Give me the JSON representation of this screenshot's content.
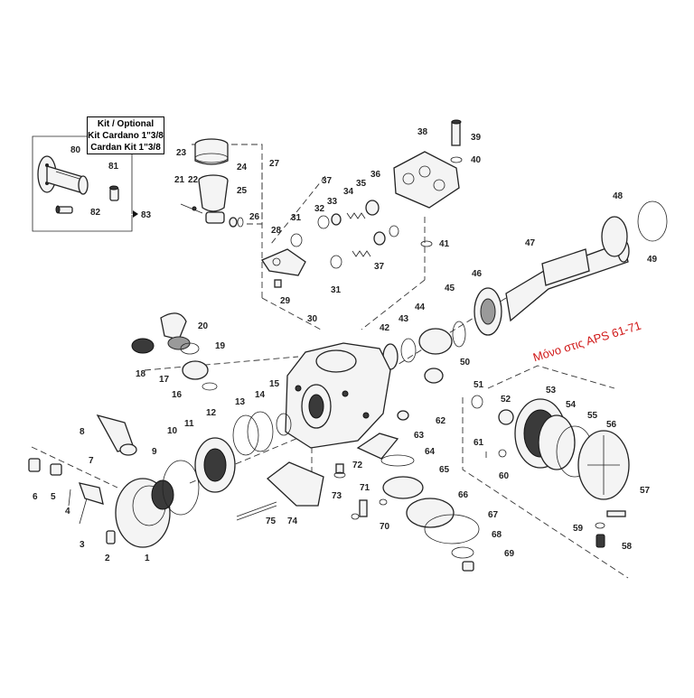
{
  "kit_box": {
    "line1": "Kit / Optional",
    "line2": "Kit Cardano 1\"3/8",
    "line3": "Cardan Kit 1\"3/8"
  },
  "note_text": "Μόνο στις APS 61-71",
  "colors": {
    "note": "#d01818",
    "lines": "#222222"
  },
  "part_numbers": [
    "1",
    "2",
    "3",
    "4",
    "5",
    "6",
    "7",
    "8",
    "9",
    "10",
    "11",
    "12",
    "13",
    "14",
    "15",
    "16",
    "17",
    "18",
    "19",
    "20",
    "21",
    "22",
    "23",
    "24",
    "25",
    "26",
    "27",
    "28",
    "29",
    "30",
    "31",
    "32",
    "33",
    "34",
    "35",
    "36",
    "37",
    "38",
    "39",
    "40",
    "41",
    "42",
    "43",
    "44",
    "45",
    "46",
    "47",
    "48",
    "49",
    "50",
    "51",
    "52",
    "53",
    "54",
    "55",
    "56",
    "57",
    "58",
    "59",
    "60",
    "61",
    "62",
    "63",
    "64",
    "65",
    "66",
    "67",
    "68",
    "69",
    "70",
    "71",
    "72",
    "73",
    "74",
    "75",
    "80",
    "81",
    "82",
    "83"
  ]
}
